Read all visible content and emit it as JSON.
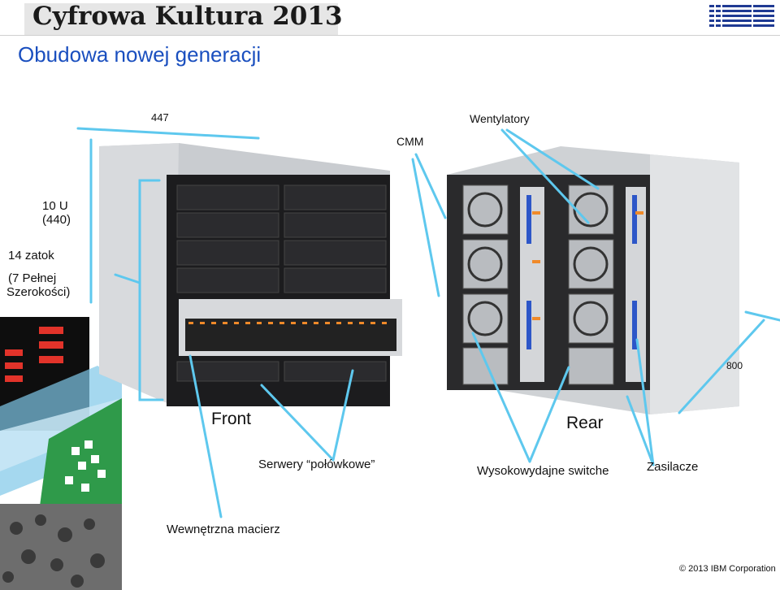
{
  "header": {
    "banner": "Cyfrowa Kultura 2013",
    "logo": "IBM"
  },
  "title": "Obudowa nowej generacji",
  "labels": {
    "width": "447",
    "cmm": "CMM",
    "fans": "Wentylatory",
    "height_u": "10 U",
    "height_mm": "(440)",
    "bays": "14 zatok",
    "full_width_1": "(7 Pełnej",
    "full_width_2": "Szerokości)",
    "depth": "800",
    "front": "Front",
    "rear": "Rear",
    "half_servers": "Serwery “połówkowe”",
    "switches": "Wysokowydajne switche",
    "psu": "Zasilacze",
    "storage": "Wewnętrzna macierz"
  },
  "footer": "© 2013 IBM Corporation",
  "icons": {
    "logo": "ibm-logo-icon",
    "chassis": "chassis-photo-icon",
    "deco": "decorative-graphic-icon"
  },
  "colors": {
    "title": "#1a4fbf",
    "arrow": "#5ec8ee",
    "green": "#2f9a4a",
    "red": "#e2332a"
  }
}
